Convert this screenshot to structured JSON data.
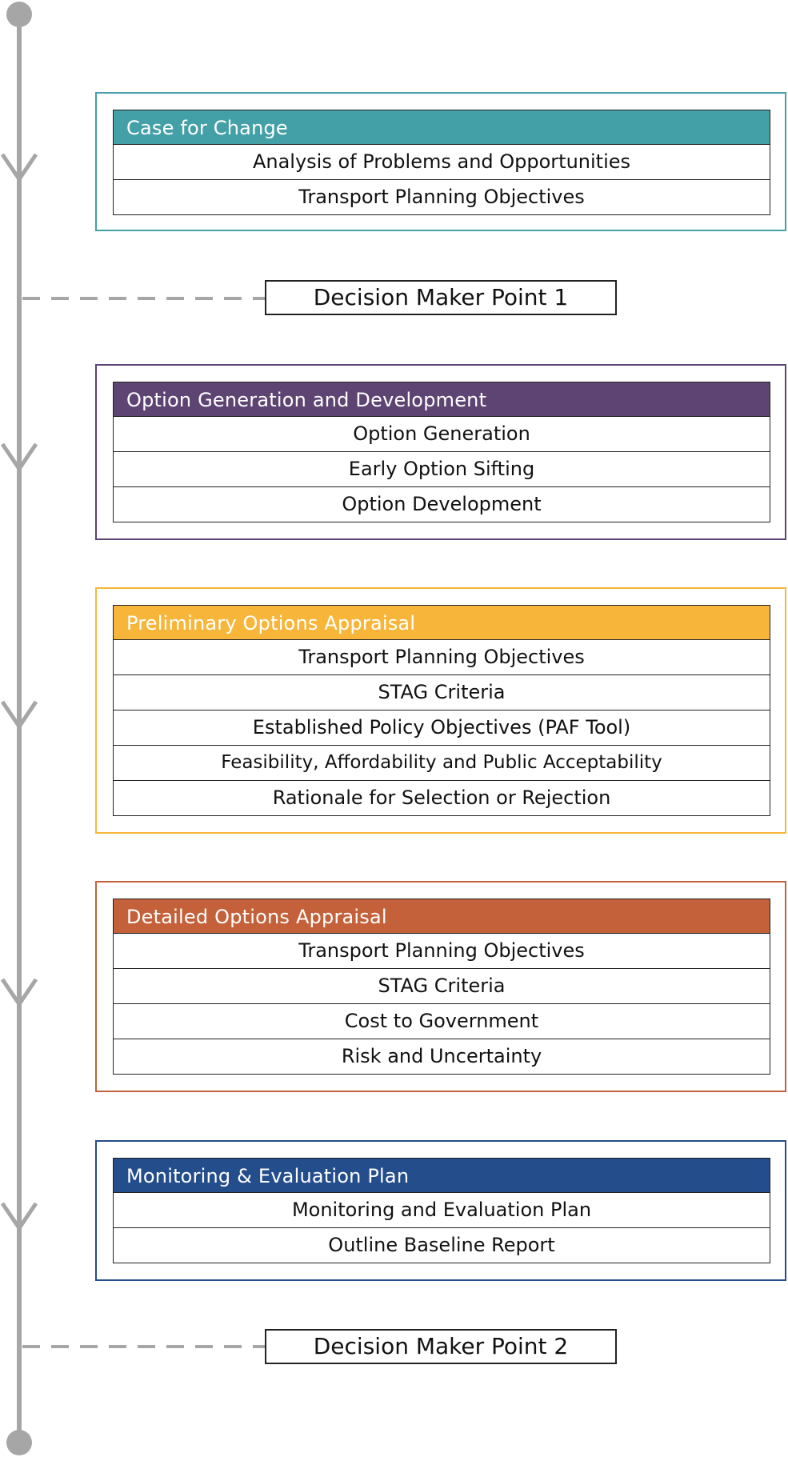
{
  "colors": {
    "timeline": "#a6a6a6",
    "case_for_change": "#43a0a7",
    "option_generation": "#5d4472",
    "preliminary_appraisal": "#f7b639",
    "detailed_appraisal": "#c4613a",
    "monitoring": "#244d8b"
  },
  "stages": [
    {
      "title": "Case for Change",
      "color_key": "case_for_change",
      "items": [
        "Analysis of Problems and Opportunities",
        "Transport Planning Objectives"
      ]
    },
    {
      "title": "Option Generation and Development",
      "color_key": "option_generation",
      "items": [
        "Option Generation",
        "Early Option Sifting",
        "Option Development"
      ]
    },
    {
      "title": "Preliminary Options Appraisal",
      "color_key": "preliminary_appraisal",
      "items": [
        "Transport Planning Objectives",
        "STAG Criteria",
        "Established Policy Objectives (PAF Tool)",
        "Feasibility, Affordability and Public Acceptability",
        "Rationale for Selection or Rejection"
      ]
    },
    {
      "title": "Detailed Options Appraisal",
      "color_key": "detailed_appraisal",
      "items": [
        "Transport Planning Objectives",
        "STAG Criteria",
        "Cost to Government",
        "Risk and Uncertainty"
      ]
    },
    {
      "title": "Monitoring & Evaluation Plan",
      "color_key": "monitoring",
      "items": [
        "Monitoring and Evaluation Plan",
        "Outline Baseline Report"
      ]
    }
  ],
  "decision_points": [
    {
      "label": "Decision Maker Point 1"
    },
    {
      "label": "Decision Maker Point 2"
    }
  ]
}
